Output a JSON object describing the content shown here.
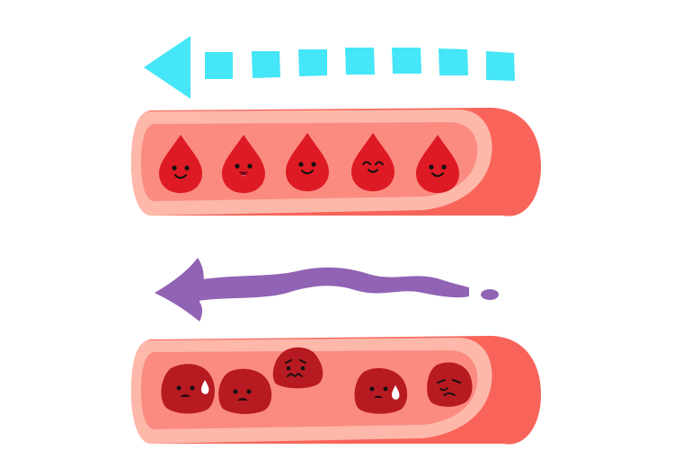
{
  "scene": {
    "healthy_flow": {
      "direction": "left",
      "arrow_style": "dashed",
      "arrow_color": "#44e6f7",
      "cell_count": 5,
      "cell_color": "#de1a24",
      "cell_moods": [
        "smile",
        "open-smile",
        "smile",
        "wink-smile",
        "smile"
      ]
    },
    "sluggish_flow": {
      "direction": "left",
      "arrow_style": "wavy",
      "arrow_color": "#9163b4",
      "cell_count": 5,
      "cell_color": "#b81a22",
      "cell_moods": [
        "sweating-frown",
        "sad",
        "worried",
        "sweating-sad",
        "tired"
      ]
    },
    "vessel_colors": {
      "outer_wall": "#f8645a",
      "wall_lining": "#fdb8aa",
      "lumen": "#fb8b80"
    }
  }
}
